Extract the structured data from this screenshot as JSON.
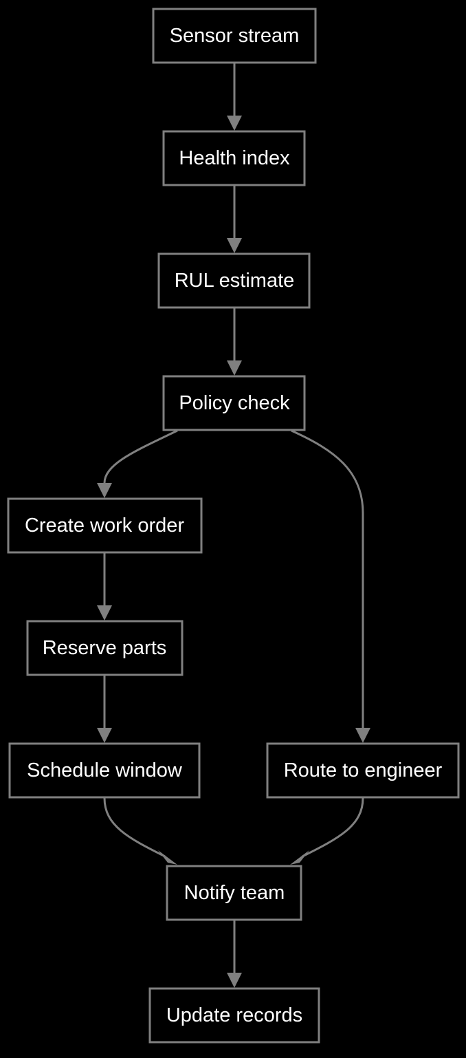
{
  "diagram": {
    "type": "flowchart",
    "direction": "top-down",
    "colors": {
      "background": "#000000",
      "node_border": "#808080",
      "edge": "#808080",
      "text": "#ffffff"
    },
    "nodes": {
      "sensor_stream": "Sensor stream",
      "health_index": "Health index",
      "rul_estimate": "RUL estimate",
      "policy_check": "Policy check",
      "create_work_order": "Create work order",
      "reserve_parts": "Reserve parts",
      "schedule_window": "Schedule window",
      "route_to_engineer": "Route to engineer",
      "notify_team": "Notify team",
      "update_records": "Update records"
    },
    "edges": [
      {
        "from": "sensor_stream",
        "to": "health_index"
      },
      {
        "from": "health_index",
        "to": "rul_estimate"
      },
      {
        "from": "rul_estimate",
        "to": "policy_check"
      },
      {
        "from": "policy_check",
        "to": "create_work_order"
      },
      {
        "from": "policy_check",
        "to": "route_to_engineer"
      },
      {
        "from": "create_work_order",
        "to": "reserve_parts"
      },
      {
        "from": "reserve_parts",
        "to": "schedule_window"
      },
      {
        "from": "schedule_window",
        "to": "notify_team"
      },
      {
        "from": "route_to_engineer",
        "to": "notify_team"
      },
      {
        "from": "notify_team",
        "to": "update_records"
      }
    ]
  }
}
